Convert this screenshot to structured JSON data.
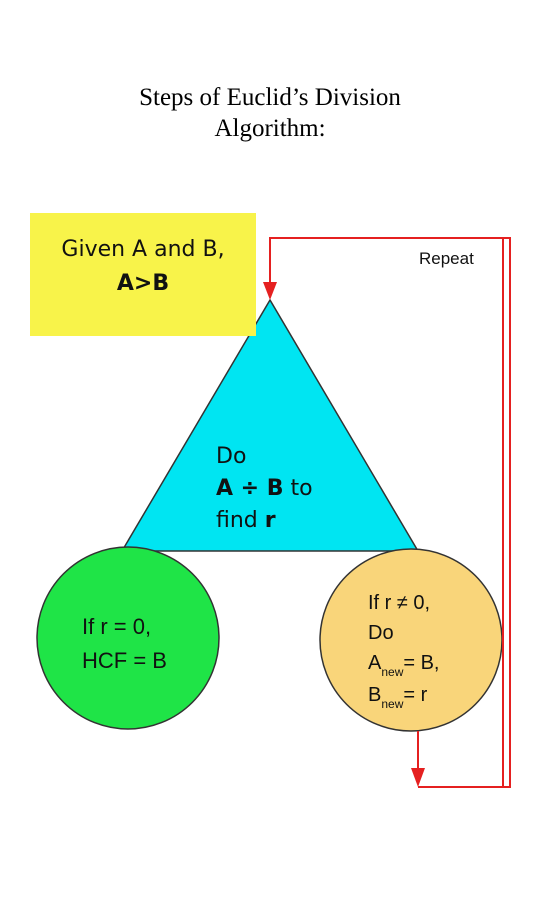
{
  "title": {
    "line1": "Steps of Euclid’s Division",
    "line2": "Algorithm:"
  },
  "start_box": {
    "line1": "Given A and B,",
    "line2": "A>B"
  },
  "loop_label": "Repeat",
  "divide_step": {
    "line1": "Do",
    "line2_bold": "A ÷ B",
    "line2_rest": " to",
    "line3_pre": "find ",
    "line3_bold": "r"
  },
  "zero_case": {
    "line1": "If r = 0,",
    "line2": "HCF = B"
  },
  "nonzero_case": {
    "line1": "If r ≠ 0,",
    "line2": "Do",
    "line3_a": "A",
    "line3_sub": "new",
    "line3_rest": "= B,",
    "line4_a": "B",
    "line4_sub": "new",
    "line4_rest": "= r"
  },
  "colors": {
    "start_box": "#f8f34a",
    "triangle": "#00e5f2",
    "zero_circle": "#1fe447",
    "nonzero_circle": "#f9d57a",
    "arrow": "#e52020"
  }
}
